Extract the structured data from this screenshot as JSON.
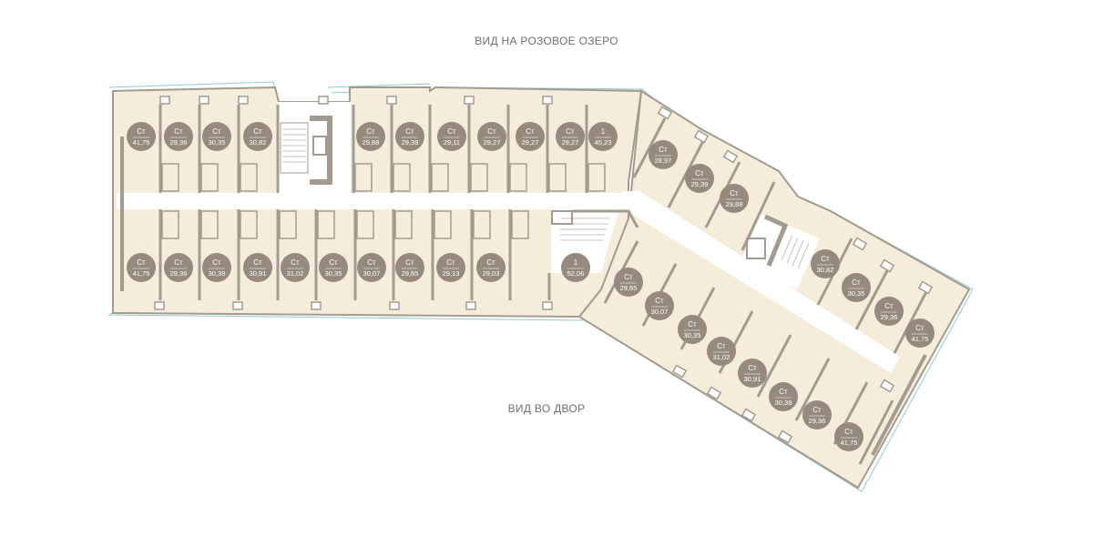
{
  "views": {
    "top": "ВИД  НА РОЗОВОЕ ОЗЕРО",
    "bottom": "ВИД ВО ДВОР"
  },
  "colors": {
    "apartment_fill": "#f5ecdc",
    "wall": "#a39b90",
    "badge": "#958a7d",
    "glass": "#8fc9d2",
    "corridor": "#ffffff"
  },
  "west_top": [
    {
      "type": "Ст",
      "area": "41,75"
    },
    {
      "type": "Ст",
      "area": "29,36"
    },
    {
      "type": "Ст",
      "area": "30,35"
    },
    {
      "type": "Ст",
      "area": "30,82"
    },
    {
      "type": "Ст",
      "area": "29,88"
    },
    {
      "type": "Ст",
      "area": "29,39"
    },
    {
      "type": "Ст",
      "area": "29,11"
    },
    {
      "type": "Ст",
      "area": "29,27"
    },
    {
      "type": "Ст",
      "area": "29,27"
    },
    {
      "type": "Ст",
      "area": "29,27"
    },
    {
      "type": "1",
      "area": "45,23"
    }
  ],
  "west_bottom": [
    {
      "type": "Ст",
      "area": "41,75"
    },
    {
      "type": "Ст",
      "area": "29,36"
    },
    {
      "type": "Ст",
      "area": "30,39"
    },
    {
      "type": "Ст",
      "area": "30,91"
    },
    {
      "type": "Ст",
      "area": "31,02"
    },
    {
      "type": "Ст",
      "area": "30,35"
    },
    {
      "type": "Ст",
      "area": "30,07"
    },
    {
      "type": "Ст",
      "area": "29,65"
    },
    {
      "type": "Ст",
      "area": "29,13"
    },
    {
      "type": "Ст",
      "area": "29,03"
    },
    {
      "type": "1",
      "area": "52,06"
    }
  ],
  "east_top": [
    {
      "type": "Ст",
      "area": "28,97"
    },
    {
      "type": "Ст",
      "area": "29,39"
    },
    {
      "type": "Ст",
      "area": "29,88"
    },
    {
      "type": "Ст",
      "area": "30,82"
    },
    {
      "type": "Ст",
      "area": "30,35"
    },
    {
      "type": "Ст",
      "area": "29,36"
    },
    {
      "type": "Ст",
      "area": "41,75"
    }
  ],
  "east_bottom": [
    {
      "type": "Ст",
      "area": "29,65"
    },
    {
      "type": "Ст",
      "area": "30,07"
    },
    {
      "type": "Ст",
      "area": "30,35"
    },
    {
      "type": "Ст",
      "area": "31,02"
    },
    {
      "type": "Ст",
      "area": "30,91"
    },
    {
      "type": "Ст",
      "area": "30,39"
    },
    {
      "type": "Ст",
      "area": "29,36"
    },
    {
      "type": "Ст",
      "area": "41,75"
    }
  ]
}
